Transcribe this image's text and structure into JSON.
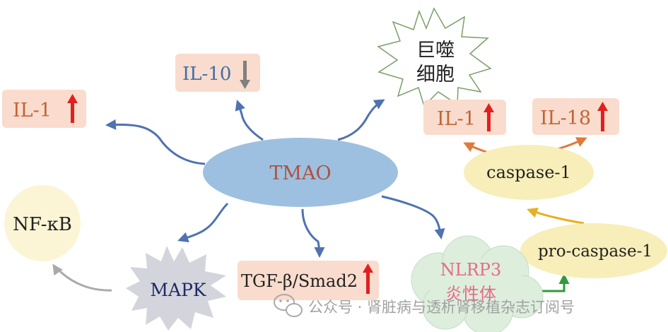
{
  "colors": {
    "box_fill": "#f9dccd",
    "il_text": "#c0653a",
    "il10_text": "#3f6fa8",
    "up_arrow": "#e02020",
    "down_arrow": "#808080",
    "tmao_fill": "#9ec0e0",
    "tmao_text": "#b0503a",
    "yellow_fill": "#f7eeb9",
    "yellow_fill_light": "#fbf5d6",
    "mapk_fill": "#d4d4dc",
    "mapk_text": "#1e2a66",
    "nlrp3_fill": "#ddeedd",
    "nlrp3_text": "#e76a88",
    "blue_arrow": "#4f72b0",
    "orange_arrow": "#e07a3a",
    "gold_arrow": "#e6b020",
    "green_arrow": "#2f9a3a",
    "gray_arrow": "#aaaaaa",
    "star_stroke": "#7a9f68"
  },
  "icons": {
    "increase": "up-arrow-icon",
    "decrease": "down-arrow-icon",
    "wechat": "wechat-icon"
  },
  "nodes": {
    "tmao": "TMAO",
    "il1_left": "IL-1",
    "il10": "IL-10",
    "macrophage_line1": "巨噬",
    "macrophage_line2": "细胞",
    "il1_right": "IL-1",
    "il18": "IL-18",
    "caspase1": "caspase-1",
    "pro_caspase1": "pro-caspase-1",
    "nfkb": "NF-κB",
    "mapk": "MAPK",
    "tgf": "TGF-β/Smad2",
    "nlrp3_line1": "NLRP3",
    "nlrp3_line2": "炎性体"
  },
  "watermark": "公众号 · 肾脏病与透析肾移植杂志订阅号"
}
